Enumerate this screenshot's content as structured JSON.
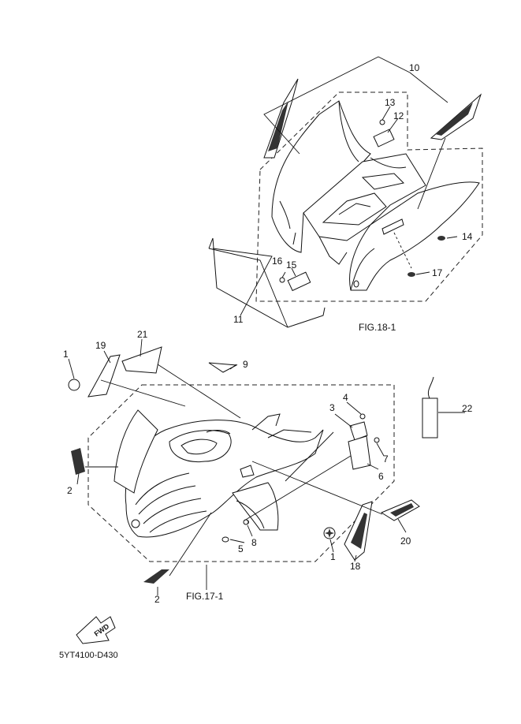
{
  "diagram_code": "5YT4100-D430",
  "figure_refs": {
    "fig17": "FIG.17-1",
    "fig18": "FIG.18-1"
  },
  "fwd_label": "FWD",
  "callouts": {
    "c1a": "1",
    "c1b": "1",
    "c2a": "2",
    "c2b": "2",
    "c3": "3",
    "c4": "4",
    "c5": "5",
    "c6": "6",
    "c7": "7",
    "c8": "8",
    "c9": "9",
    "c10": "10",
    "c11": "11",
    "c12": "12",
    "c13": "13",
    "c14": "14",
    "c15": "15",
    "c16": "16",
    "c17": "17",
    "c18": "18",
    "c19": "19",
    "c20": "20",
    "c21": "21",
    "c22": "22"
  }
}
